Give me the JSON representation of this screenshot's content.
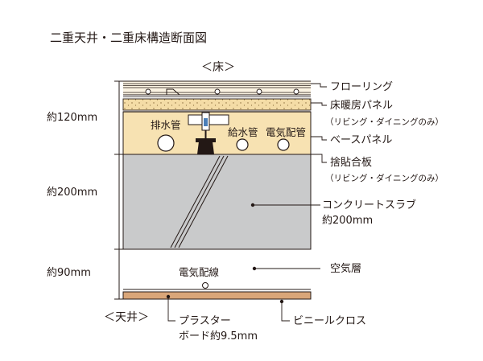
{
  "title": "二重天井・二重床構造断面図",
  "floor_label": "＜床＞",
  "ceiling_label": "＜天井＞",
  "dimensions": {
    "floor": "約120mm",
    "slab": "約200mm",
    "ceiling": "約90mm"
  },
  "pipes": {
    "drain": "排水管",
    "water": "給水管",
    "electric_pipe": "電気配管",
    "electric_wiring": "電気配線"
  },
  "callouts": {
    "flooring": "フローリング",
    "floor_heating": "床暖房パネル",
    "floor_heating_note": "（リビング・ダイニングのみ）",
    "base_panel": "ベースパネル",
    "plywood": "捨貼合板",
    "plywood_note": "（リビング・ダイニングのみ）",
    "concrete_slab": "コンクリートスラブ",
    "concrete_slab_thickness": "約200mm",
    "air_layer": "空気層",
    "plaster_board": "プラスター",
    "plaster_board_thickness": "ボード約9.5mm",
    "vinyl_cloth": "ビニールクロス"
  },
  "colors": {
    "ink": "#231815",
    "base_panel": "#f7e2b2",
    "heating_panel": "#f4dca6",
    "slab": "#c9cacb",
    "flooring": "#fbf3e2",
    "ceiling_board": "#d9a679",
    "connector": "#4c7fb8"
  }
}
